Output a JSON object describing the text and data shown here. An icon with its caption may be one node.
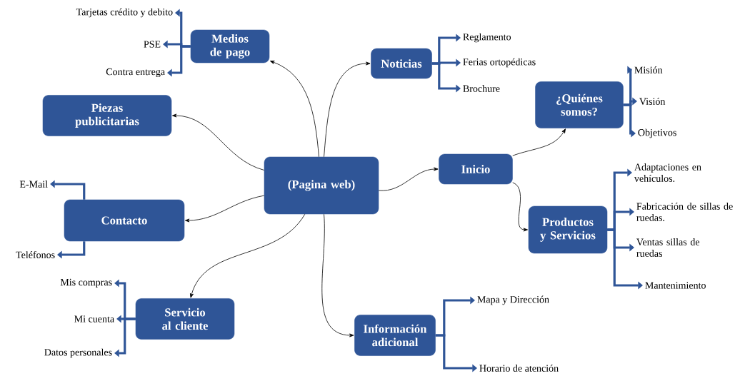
{
  "diagram": {
    "nodes": [
      {
        "text": [
          "(Pagina web)"
        ]
      },
      {
        "text": [
          "Medios de pago"
        ]
      },
      {
        "text": [
          "Tarjetas crédito y debito"
        ]
      },
      {
        "text": [
          "PSE"
        ]
      },
      {
        "text": [
          "Contra entrega"
        ]
      },
      {
        "text": [
          "Piezas publicitarias"
        ]
      },
      {
        "text": [
          "Contacto"
        ]
      },
      {
        "text": [
          "E-Mail"
        ]
      },
      {
        "text": [
          "Teléfonos"
        ]
      },
      {
        "text": [
          "Servicio al cliente"
        ]
      },
      {
        "text": [
          "Mis compras"
        ]
      },
      {
        "text": [
          "Mi cuenta"
        ]
      },
      {
        "text": [
          "Datos personales"
        ]
      },
      {
        "text": [
          "Información adicional"
        ]
      },
      {
        "text": [
          "Mapa y Dirección"
        ]
      },
      {
        "text": [
          "Horario de atención"
        ]
      },
      {
        "text": [
          "Noticias"
        ]
      },
      {
        "text": [
          "Reglamento"
        ]
      },
      {
        "text": [
          "Ferias ortopédicas"
        ]
      },
      {
        "text": [
          "Brochure"
        ]
      },
      {
        "text": [
          "Inicio"
        ]
      },
      {
        "text": [
          "¿Quiénes somos?"
        ]
      },
      {
        "text": [
          "Misión"
        ]
      },
      {
        "text": [
          "Visión"
        ]
      },
      {
        "text": [
          "Objetivos"
        ]
      },
      {
        "text": [
          "Productos y Servicios"
        ]
      },
      {
        "text": [
          "Adaptaciones en vehículos."
        ]
      },
      {
        "text": [
          "Fabricación de sillas de ruedas."
        ]
      },
      {
        "text": [
          "Ventas sillas de ruedas"
        ]
      },
      {
        "text": [
          "Mantenimiento"
        ]
      }
    ],
    "edges": [
      {
        "from": 0,
        "to": 1,
        "arrow": "to",
        "color": "#000000"
      },
      {
        "from": 0,
        "to": 5,
        "arrow": "to",
        "color": "#000000"
      },
      {
        "from": 0,
        "to": 6,
        "arrow": "to",
        "color": "#000000"
      },
      {
        "from": 0,
        "to": 9,
        "arrow": "to",
        "color": "#000000"
      },
      {
        "from": 0,
        "to": 13,
        "arrow": "to",
        "color": "#000000"
      },
      {
        "from": 0,
        "to": 16,
        "arrow": "to",
        "color": "#000000"
      },
      {
        "from": 0,
        "to": 20,
        "arrow": "to",
        "color": "#000000"
      },
      {
        "from": 20,
        "to": 21,
        "arrow": "to",
        "color": "#000000"
      },
      {
        "from": 20,
        "to": 25,
        "arrow": "to",
        "color": "#000000"
      },
      {
        "from": 1,
        "to": 2,
        "arrow": "to"
      },
      {
        "from": 1,
        "to": 3,
        "arrow": "to"
      },
      {
        "from": 1,
        "to": 4,
        "arrow": "to"
      },
      {
        "from": 6,
        "to": 7,
        "arrow": "to"
      },
      {
        "from": 6,
        "to": 8,
        "arrow": "to"
      },
      {
        "from": 9,
        "to": 10,
        "arrow": "to"
      },
      {
        "from": 9,
        "to": 11,
        "arrow": "to"
      },
      {
        "from": 9,
        "to": 12,
        "arrow": "to"
      },
      {
        "from": 13,
        "to": 14,
        "arrow": "to"
      },
      {
        "from": 13,
        "to": 15,
        "arrow": "to"
      },
      {
        "from": 16,
        "to": 17,
        "arrow": "to"
      },
      {
        "from": 16,
        "to": 18,
        "arrow": "to"
      },
      {
        "from": 16,
        "to": 19,
        "arrow": "to"
      },
      {
        "from": 21,
        "to": 22,
        "arrow": "to"
      },
      {
        "from": 21,
        "to": 23,
        "arrow": "to"
      },
      {
        "from": 21,
        "to": 24,
        "arrow": "to"
      },
      {
        "from": 25,
        "to": 26,
        "arrow": "to"
      },
      {
        "from": 25,
        "to": 27,
        "arrow": "to"
      },
      {
        "from": 25,
        "to": 28,
        "arrow": "to"
      },
      {
        "from": 25,
        "to": 29,
        "arrow": "to"
      }
    ]
  }
}
